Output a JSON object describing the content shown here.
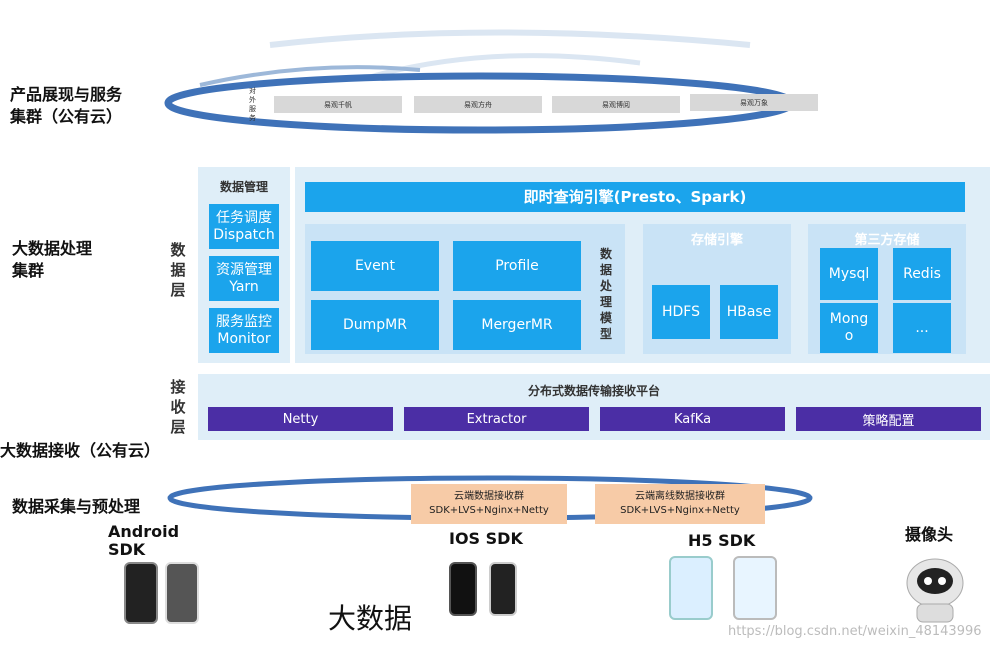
{
  "left_labels": {
    "product": [
      "产品展现与服务",
      "集群（公有云）"
    ],
    "processing": [
      "大数据处理",
      "集群"
    ],
    "receive": "大数据接收（公有云）",
    "collect": "数据采集与预处理"
  },
  "layers": {
    "data": [
      "数",
      "据",
      "层"
    ],
    "receive": [
      "接",
      "收",
      "层"
    ]
  },
  "top_cloud": {
    "side": [
      "对",
      "外",
      "服",
      "务"
    ],
    "items": [
      "易观千帆",
      "易观方舟",
      "易观博阅",
      "易观万象"
    ]
  },
  "data_mgmt": {
    "title": "数据管理",
    "items": [
      [
        "任务调度",
        "Dispatch"
      ],
      [
        "资源管理",
        "Yarn"
      ],
      [
        "服务监控",
        "Monitor"
      ]
    ]
  },
  "engine": "即时查询引擎(Presto、Spark)",
  "model": {
    "label": [
      "数",
      "据",
      "处",
      "理",
      "模",
      "型"
    ],
    "items": [
      "Event",
      "Profile",
      "DumpMR",
      "MergerMR"
    ]
  },
  "storage": {
    "title": "存储引擎",
    "items": [
      "HDFS",
      "HBase"
    ]
  },
  "third_party": {
    "title": "第三方存储",
    "items": [
      [
        "Mysql"
      ],
      [
        "Redis"
      ],
      [
        "Mong",
        "o"
      ],
      [
        "..."
      ]
    ]
  },
  "platform": {
    "title": "分布式数据传输接收平台",
    "items": [
      "Netty",
      "Extractor",
      "KafKa",
      "策略配置"
    ]
  },
  "bottom_cloud": {
    "items": [
      [
        "云端数据接收群",
        "SDK+LVS+Nginx+Netty"
      ],
      [
        "云端离线数据接收群",
        "SDK+LVS+Nginx+Netty"
      ]
    ]
  },
  "sdks": {
    "android": [
      "Android",
      "SDK"
    ],
    "ios": "IOS SDK",
    "h5": "H5 SDK",
    "camera": "摄像头"
  },
  "big_data": "大数据",
  "watermark": "https://blog.csdn.net/weixin_48143996",
  "colors": {
    "accent_blue": "#1ba4ec",
    "purple": "#4b2ea5",
    "cloud_outline": "#3f72b8",
    "panel": "#dfeef8",
    "peach": "#f7cba7"
  }
}
